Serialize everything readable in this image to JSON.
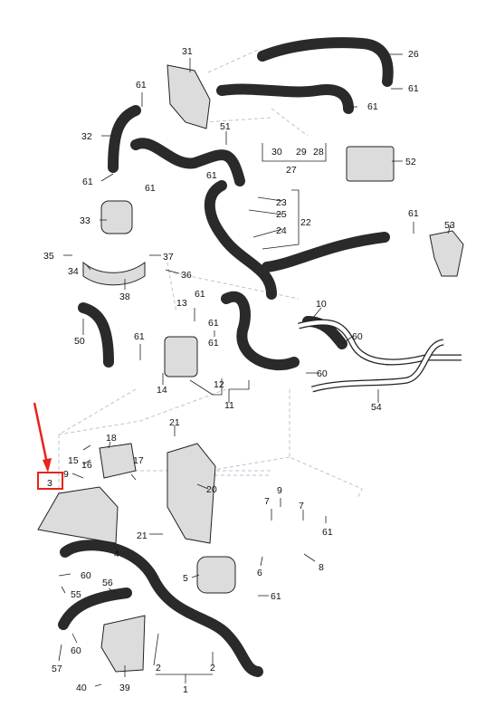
{
  "callouts": [
    {
      "id": "c1",
      "text": "1"
    },
    {
      "id": "c2a",
      "text": "2"
    },
    {
      "id": "c2b",
      "text": "2"
    },
    {
      "id": "c3",
      "text": "3"
    },
    {
      "id": "c4",
      "text": "4"
    },
    {
      "id": "c5",
      "text": "5"
    },
    {
      "id": "c6",
      "text": "6"
    },
    {
      "id": "c7a",
      "text": "7"
    },
    {
      "id": "c7b",
      "text": "7"
    },
    {
      "id": "c8",
      "text": "8"
    },
    {
      "id": "c9a",
      "text": "9"
    },
    {
      "id": "c9b",
      "text": "9"
    },
    {
      "id": "c10",
      "text": "10"
    },
    {
      "id": "c11",
      "text": "11"
    },
    {
      "id": "c12",
      "text": "12"
    },
    {
      "id": "c13",
      "text": "13"
    },
    {
      "id": "c14",
      "text": "14"
    },
    {
      "id": "c15",
      "text": "15"
    },
    {
      "id": "c16",
      "text": "16"
    },
    {
      "id": "c17",
      "text": "17"
    },
    {
      "id": "c18",
      "text": "18"
    },
    {
      "id": "c20",
      "text": "20"
    },
    {
      "id": "c21a",
      "text": "21"
    },
    {
      "id": "c21b",
      "text": "21"
    },
    {
      "id": "c22",
      "text": "22"
    },
    {
      "id": "c23",
      "text": "23"
    },
    {
      "id": "c24",
      "text": "24"
    },
    {
      "id": "c25",
      "text": "25"
    },
    {
      "id": "c26",
      "text": "26"
    },
    {
      "id": "c27",
      "text": "27"
    },
    {
      "id": "c28",
      "text": "28"
    },
    {
      "id": "c29",
      "text": "29"
    },
    {
      "id": "c30",
      "text": "30"
    },
    {
      "id": "c31",
      "text": "31"
    },
    {
      "id": "c32",
      "text": "32"
    },
    {
      "id": "c33",
      "text": "33"
    },
    {
      "id": "c34",
      "text": "34"
    },
    {
      "id": "c35",
      "text": "35"
    },
    {
      "id": "c36",
      "text": "36"
    },
    {
      "id": "c37",
      "text": "37"
    },
    {
      "id": "c38",
      "text": "38"
    },
    {
      "id": "c39",
      "text": "39"
    },
    {
      "id": "c40",
      "text": "40"
    },
    {
      "id": "c50",
      "text": "50"
    },
    {
      "id": "c51",
      "text": "51"
    },
    {
      "id": "c52",
      "text": "52"
    },
    {
      "id": "c53",
      "text": "53"
    },
    {
      "id": "c54",
      "text": "54"
    },
    {
      "id": "c55",
      "text": "55"
    },
    {
      "id": "c56",
      "text": "56"
    },
    {
      "id": "c57",
      "text": "57"
    },
    {
      "id": "c60a",
      "text": "60"
    },
    {
      "id": "c60b",
      "text": "60"
    },
    {
      "id": "c60c",
      "text": "60"
    },
    {
      "id": "c60d",
      "text": "60"
    },
    {
      "id": "c61a",
      "text": "61"
    },
    {
      "id": "c61b",
      "text": "61"
    },
    {
      "id": "c61c",
      "text": "61"
    },
    {
      "id": "c61d",
      "text": "61"
    },
    {
      "id": "c61e",
      "text": "61"
    },
    {
      "id": "c61f",
      "text": "61"
    },
    {
      "id": "c61g",
      "text": "61"
    },
    {
      "id": "c61h",
      "text": "61"
    },
    {
      "id": "c61i",
      "text": "61"
    },
    {
      "id": "c61j",
      "text": "61"
    },
    {
      "id": "c61k",
      "text": "61"
    },
    {
      "id": "c61l",
      "text": "61"
    },
    {
      "id": "c61m",
      "text": "61"
    }
  ],
  "highlight": {
    "label": "3",
    "color": "#e8231a"
  },
  "colors": {
    "hose": "#2a2a2a",
    "part": "#dcdcdc",
    "guide": "#b9c3d1"
  }
}
